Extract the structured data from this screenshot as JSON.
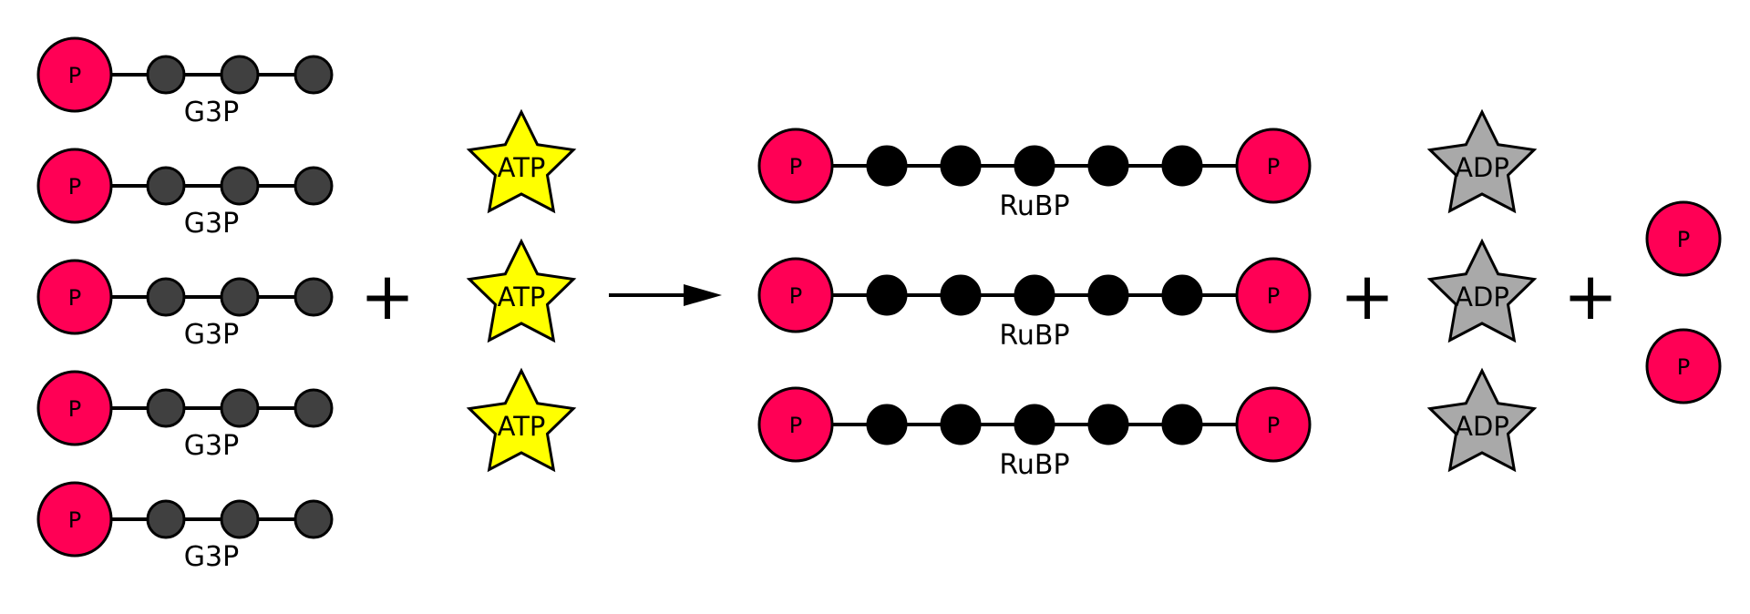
{
  "colors": {
    "phosphate": "#ff0055",
    "g3p_carbon": "#404040",
    "rubp_carbon": "#000000",
    "atp": "#ffff00",
    "adp": "#a9a9a9",
    "line": "#000000",
    "background": "#ffffff"
  },
  "phosphate_label": "P",
  "operators": {
    "plus": "+"
  },
  "reactants": {
    "g3p": {
      "count": 5,
      "carbons": 3,
      "label": "G3P"
    },
    "atp": {
      "count": 3,
      "label": "ATP"
    }
  },
  "reaction_arrow": "right-arrow",
  "products": {
    "rubp": {
      "count": 3,
      "carbons": 5,
      "label": "RuBP"
    },
    "adp": {
      "count": 3,
      "label": "ADP"
    },
    "free_phosphate": {
      "count": 2,
      "label": "P"
    }
  }
}
